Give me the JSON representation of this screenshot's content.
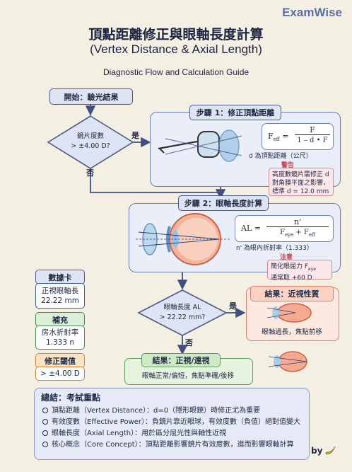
{
  "brand": "ExamWise",
  "title_zh": "頂點距離修正與眼軸長度計算",
  "title_en": "(Vertex Distance & Axial Length)",
  "subtitle": "Diagnostic Flow and Calculation Guide",
  "start": "開始：驗光結果",
  "decision1": {
    "line1": "鏡片度數",
    "line2": "> ±4.00 D?",
    "yes": "是",
    "no": "否"
  },
  "step1": {
    "title": "步驟 1：修正頂點距離",
    "formula_lhs": "F",
    "formula_lhs_sub": "eff",
    "formula_num": "F",
    "formula_den": "1 – d • F",
    "note": "d 為頂點距離（公尺）",
    "warn_tag": "警告",
    "warn_lines": [
      "高度數鏡片需修正 d",
      "對角膜平面之影響，",
      "標準 d = 12.0 mm"
    ]
  },
  "step2": {
    "title": "步驟 2：眼軸長度計算",
    "formula_lhs": "AL =",
    "formula_num": "n'",
    "formula_den_a": "F",
    "formula_den_a_sub": "eye",
    "formula_den_b": " + F",
    "formula_den_b_sub": "eff",
    "note": "n' 為眼內折射率（1.333）",
    "warn_tag": "注意",
    "warn_line1": "簡化眼屈力 F",
    "warn_line1_sub": "eye",
    "warn_line2": "通常取 +60 D"
  },
  "cards": [
    {
      "head": "數據卡",
      "body": [
        "正視眼軸長",
        "22.22 mm"
      ],
      "color": "#3e5aa8",
      "fill": "#dfe4f4"
    },
    {
      "head": "補充",
      "body": [
        "房水折射率",
        "1.333 n"
      ],
      "color": "#3f8f4a",
      "fill": "#dcefd8"
    },
    {
      "head": "修正閾值",
      "body": [
        "> ±4.00 D"
      ],
      "color": "#d9822b",
      "fill": "#fbe3c6"
    }
  ],
  "decision2": {
    "line1": "眼軸長度 AL",
    "line2": "> 22.22 mm?",
    "yes": "是",
    "no": "否"
  },
  "result_myopia": {
    "title": "結果：近視性質",
    "desc": "眼軸過長，焦點前移"
  },
  "result_normal": {
    "title": "結果：正視/遠視",
    "desc": "眼軸正常/偏短，焦點準確/後移"
  },
  "summary": {
    "title": "總結：考試重點",
    "items": [
      "頂點距離（Vertex Distance）：d=0（隱形眼鏡）時修正尤為重要",
      "有效度數（Effective Power）：負鏡片靠近眼球，有效度數（負值）絕對值變大",
      "眼軸長度（Axial Length）：用於區分屈光性與軸性近視",
      "核心概念（Core Concept）：頂點距離影響鏡片有效度數，進而影響眼軸計算"
    ]
  },
  "signature": "by"
}
